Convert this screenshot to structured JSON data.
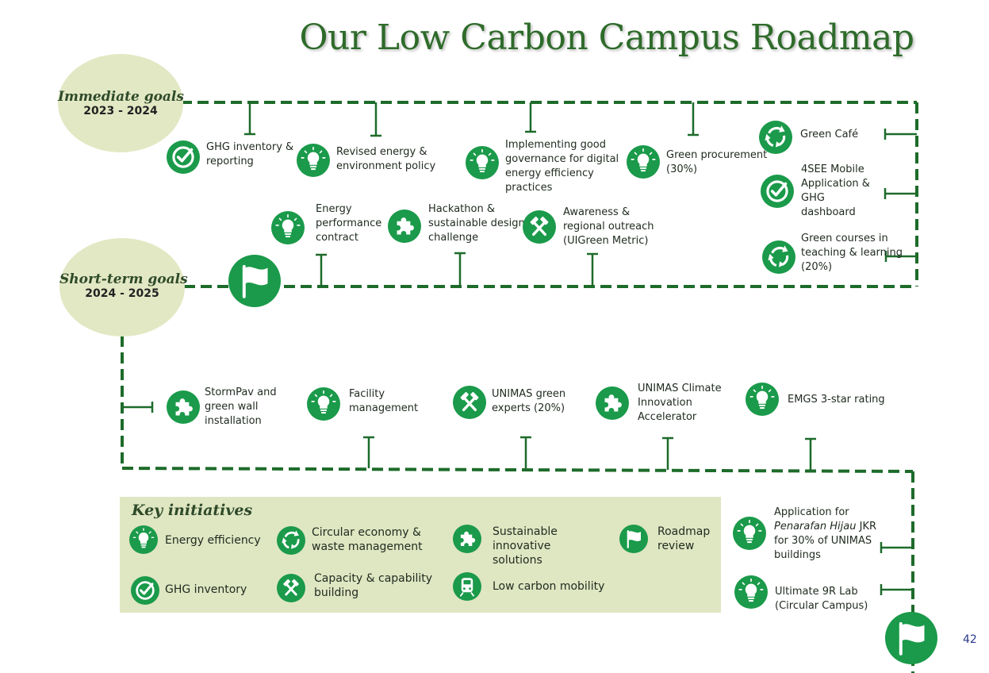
{
  "title": "Our Low Carbon Campus Roadmap",
  "phases": {
    "immediate": {
      "title": "Immediate goals",
      "years": "2023 - 2024"
    },
    "short_term": {
      "title": "Short-term goals",
      "years": "2024 - 2025"
    }
  },
  "immediate_items": [
    {
      "label": "GHG inventory & reporting",
      "icon": "ghg-check-icon"
    },
    {
      "label": "Revised energy  & environment policy",
      "icon": "lightbulb-icon"
    },
    {
      "label": "Implementing good governance for digital energy efficiency practices",
      "icon": "lightbulb-icon"
    },
    {
      "label": "Green procurement (30%)",
      "icon": "lightbulb-icon"
    },
    {
      "label": "Green Café",
      "icon": "recycle-icon"
    },
    {
      "label": "4SEE Mobile Application & GHG dashboard",
      "icon": "ghg-check-icon"
    },
    {
      "label": "Energy performance contract",
      "icon": "lightbulb-icon"
    },
    {
      "label": "Hackathon & sustainable design challenge",
      "icon": "puzzle-icon"
    },
    {
      "label": "Awareness & regional outreach (UIGreen Metric)",
      "icon": "tools-icon"
    },
    {
      "label": "Green courses in teaching & learning (20%)",
      "icon": "recycle-icon"
    }
  ],
  "short_term_items": [
    {
      "label": "StormPav and green wall installation",
      "icon": "puzzle-icon"
    },
    {
      "label": "Facility management",
      "icon": "lightbulb-icon"
    },
    {
      "label": "UNIMAS green experts (20%)",
      "icon": "tools-icon"
    },
    {
      "label": "UNIMAS Climate Innovation Accelerator",
      "icon": "puzzle-icon"
    },
    {
      "label": "EMGS 3-star rating",
      "icon": "lightbulb-icon"
    },
    {
      "label_prefix": "Application for",
      "label_italic": "Penarafan Hijau",
      "label_suffix": "JKR for 30% of UNIMAS buildings",
      "icon": "lightbulb-icon"
    },
    {
      "label": "Ultimate 9R Lab (Circular Campus)",
      "icon": "lightbulb-icon"
    }
  ],
  "key_initiatives": {
    "title": "Key initiatives",
    "items": [
      {
        "label": "Energy efficiency",
        "icon": "lightbulb-icon"
      },
      {
        "label": "Circular economy & waste management",
        "icon": "recycle-icon"
      },
      {
        "label": "Sustainable innovative solutions",
        "icon": "puzzle-icon"
      },
      {
        "label": "Roadmap review",
        "icon": "flag-icon"
      },
      {
        "label": "GHG inventory",
        "icon": "ghg-check-icon"
      },
      {
        "label": "Capacity & capability  building",
        "icon": "tools-icon"
      },
      {
        "label": "Low carbon mobility",
        "icon": "train-icon"
      }
    ]
  },
  "page_number": "42",
  "colors": {
    "primary_green": "#1a9a4a",
    "dashed_line": "#1d6b2a",
    "goal_bubble": "#e3e8c4",
    "key_panel": "#dfe6c2",
    "title_green": "#2e6b2a"
  }
}
